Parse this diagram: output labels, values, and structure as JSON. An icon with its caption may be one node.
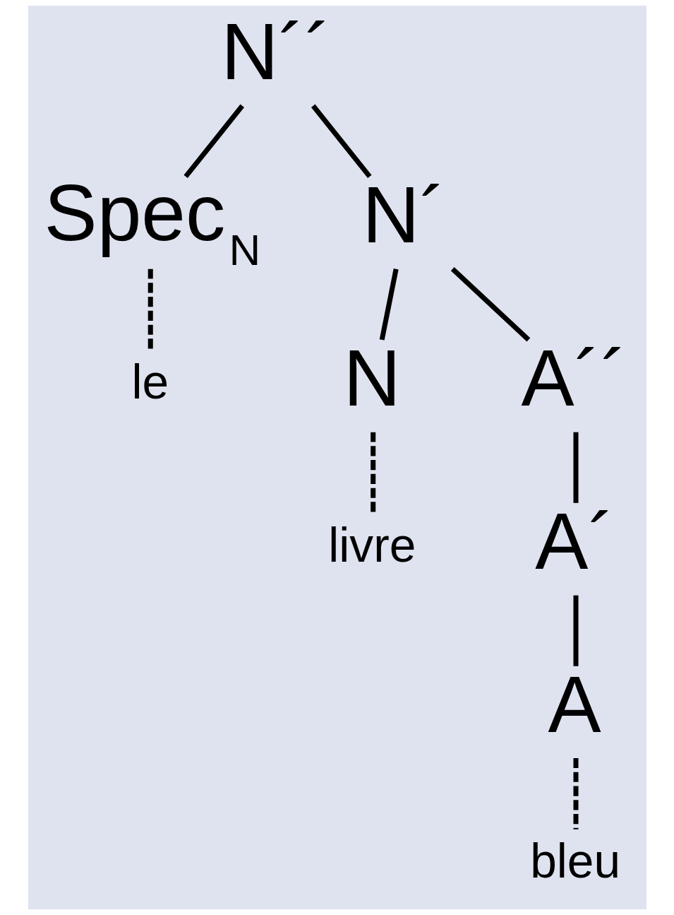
{
  "diagram": {
    "nodes": [
      {
        "text": [
          "N´´"
        ]
      },
      {
        "text": [
          "Spec$_{N}$"
        ]
      },
      {
        "text": [
          "N´"
        ]
      },
      {
        "text": [
          "le"
        ]
      },
      {
        "text": [
          "N"
        ]
      },
      {
        "text": [
          "A´´"
        ]
      },
      {
        "text": [
          "livre"
        ]
      },
      {
        "text": [
          "A´"
        ]
      },
      {
        "text": [
          "A"
        ]
      },
      {
        "text": [
          "bleu"
        ]
      }
    ],
    "edges": [
      {
        "from": 0,
        "to": 1,
        "arrow": "none"
      },
      {
        "from": 0,
        "to": 2,
        "arrow": "none"
      },
      {
        "from": 1,
        "to": 3,
        "arrow": "none",
        "style": "dashed"
      },
      {
        "from": 2,
        "to": 4,
        "arrow": "none"
      },
      {
        "from": 2,
        "to": 5,
        "arrow": "none"
      },
      {
        "from": 4,
        "to": 6,
        "arrow": "none",
        "style": "dashed"
      },
      {
        "from": 5,
        "to": 7,
        "arrow": "none"
      },
      {
        "from": 7,
        "to": 8,
        "arrow": "none"
      },
      {
        "from": 8,
        "to": 9,
        "arrow": "none",
        "style": "dashed"
      }
    ]
  }
}
